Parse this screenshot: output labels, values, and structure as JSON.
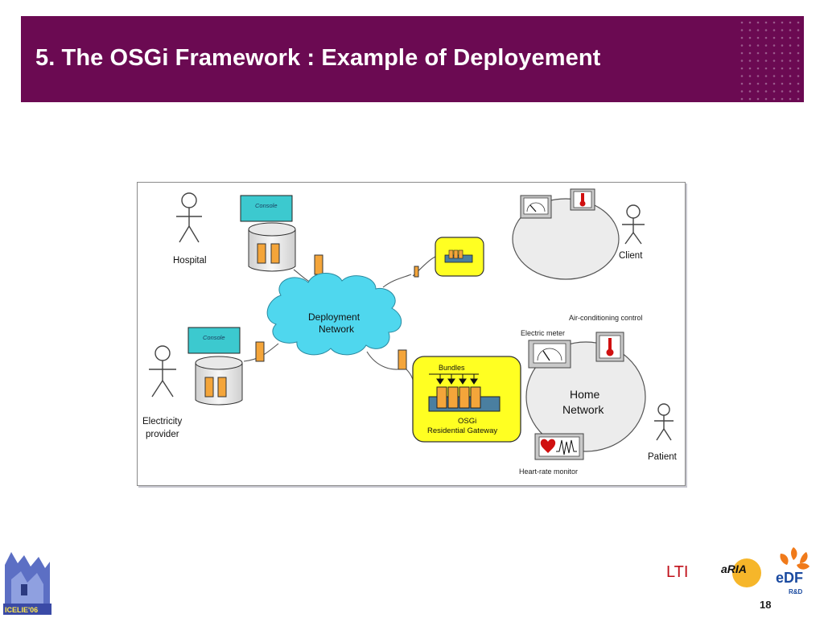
{
  "slide": {
    "title": "5. The OSGi Framework : Example of Deployement",
    "page_number": "18",
    "footer_text": "LTI",
    "logos": {
      "icelie": "ICELIE'06",
      "aria": "aRIA",
      "edf": "eDF",
      "edf_sub": "R&D"
    }
  },
  "diagram": {
    "hospital_label": "Hospital",
    "electricity_label": "Electricity provider",
    "electricity_line1": "Electricity",
    "electricity_line2": "provider",
    "console_top": "Console",
    "console_bottom": "Console",
    "network_line1": "Deployment",
    "network_line2": "Network",
    "bundles_label": "Bundles",
    "gateway_line1": "OSGi",
    "gateway_line2": "Residential Gateway",
    "client_label": "Client",
    "aircon_label": "Air-conditioning control",
    "meter_label": "Electric meter",
    "home_line1": "Home",
    "home_line2": "Network",
    "heart_label": "Heart-rate monitor",
    "patient_label": "Patient"
  },
  "colors": {
    "banner": "#6b0a52",
    "cloud": "#4fd7ee",
    "console": "#3cc9cf",
    "gateway": "#ffff22",
    "bundle": "#f4a53a",
    "footer_text": "#c0101a"
  },
  "icons": [
    "stick-figure-icon",
    "database-icon",
    "console-screen-icon",
    "bundle-icon",
    "gauge-icon",
    "thermometer-icon",
    "heart-monitor-icon"
  ]
}
